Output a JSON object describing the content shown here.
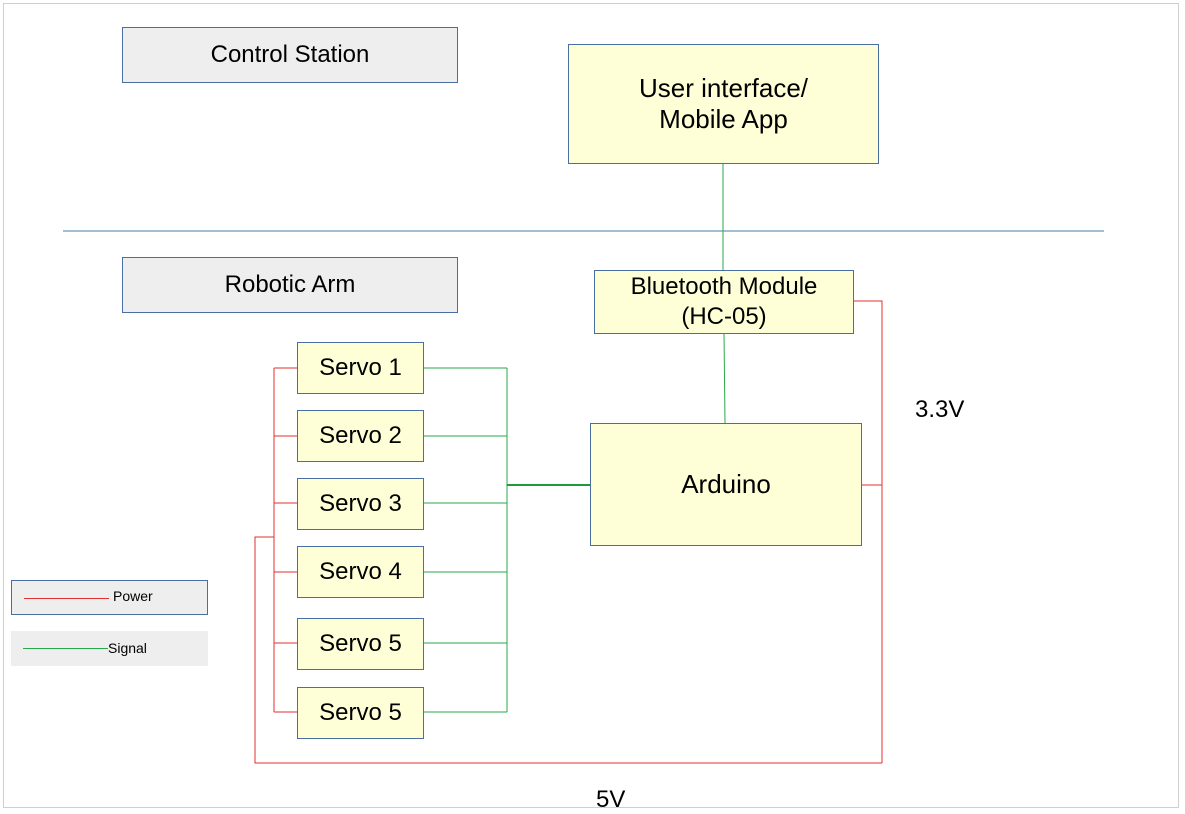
{
  "sections": {
    "control_station": "Control Station",
    "robotic_arm": "Robotic Arm"
  },
  "nodes": {
    "ui_line1": "User interface/",
    "ui_line2": "Mobile App",
    "bt_line1": "Bluetooth Module",
    "bt_line2": "(HC-05)",
    "arduino": "Arduino",
    "servos": [
      "Servo 1",
      "Servo 2",
      "Servo 3",
      "Servo 4",
      "Servo 5",
      "Servo 5"
    ]
  },
  "voltages": {
    "logic": "3.3V",
    "supply": "5V"
  },
  "legend": {
    "power": "Power",
    "signal": "Signal"
  },
  "colors": {
    "power": "#e03030",
    "signal": "#2aa84a",
    "divider": "#4a7fa8",
    "box_fill": "#ffffd7",
    "section_fill": "#eeeeee"
  }
}
